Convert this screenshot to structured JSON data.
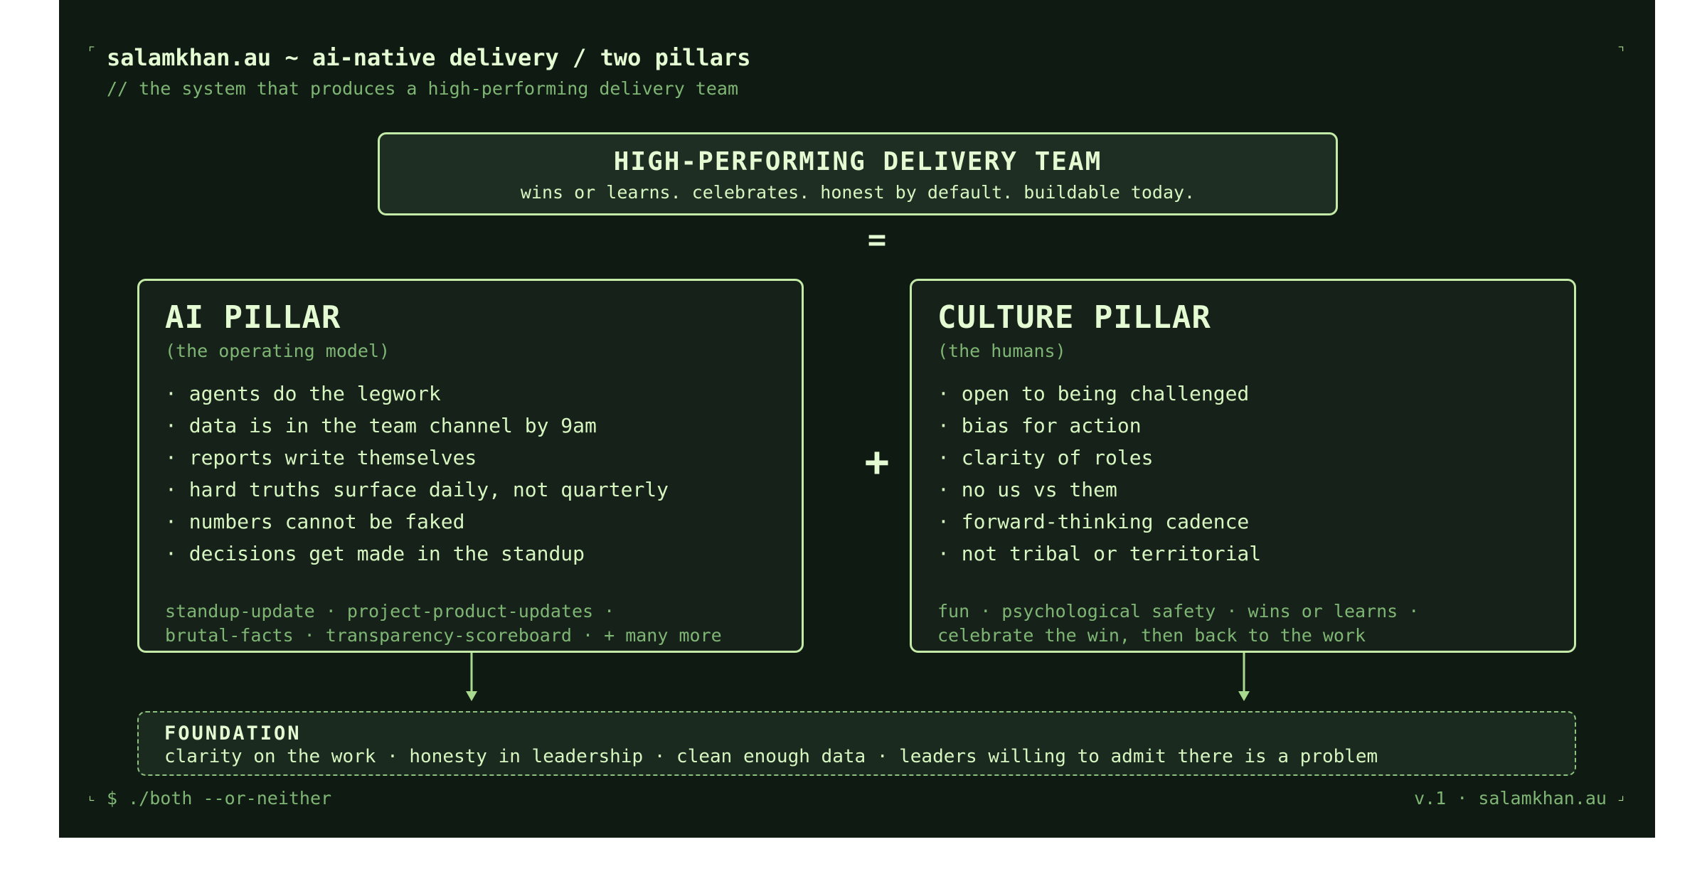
{
  "header": {
    "title": "salamkhan.au ~ ai-native delivery / two pillars",
    "subtitle": "// the system that produces a high-performing delivery team"
  },
  "corners": {
    "top_left": "⌜",
    "top_right": "⌝",
    "bottom_left": "⌞",
    "bottom_right": "⌟"
  },
  "top_box": {
    "title": "HIGH-PERFORMING DELIVERY TEAM",
    "subtitle": "wins or learns. celebrates. honest by default. buildable today."
  },
  "operators": {
    "equals": "=",
    "plus": "+"
  },
  "ai_pillar": {
    "title": "AI PILLAR",
    "subtitle": "(the operating model)",
    "items": [
      "· agents do the legwork",
      "· data is in the team channel by 9am",
      "· reports write themselves",
      "· hard truths surface daily, not quarterly",
      "· numbers cannot be faked",
      "· decisions get made in the standup"
    ],
    "tags_line1": "standup-update · project-product-updates ·",
    "tags_line2": "brutal-facts · transparency-scoreboard · + many more"
  },
  "culture_pillar": {
    "title": "CULTURE PILLAR",
    "subtitle": "(the humans)",
    "items": [
      "· open to being challenged",
      "· bias for action",
      "· clarity of roles",
      "· no us vs them",
      "· forward-thinking cadence",
      "· not tribal or territorial"
    ],
    "tags_line1": "fun · psychological safety · wins or learns ·",
    "tags_line2": "celebrate the win, then back to the work"
  },
  "foundation": {
    "title": "FOUNDATION",
    "text": "clarity on the work · honesty in leadership · clean enough data · leaders willing to admit there is a problem"
  },
  "footer": {
    "left": "$ ./both --or-neither",
    "right": "v.1 · salamkhan.au"
  },
  "colors": {
    "background": "#0f1b12",
    "text": "#d6f5c0",
    "muted": "#7fb574",
    "border": "#c4eaa8"
  }
}
